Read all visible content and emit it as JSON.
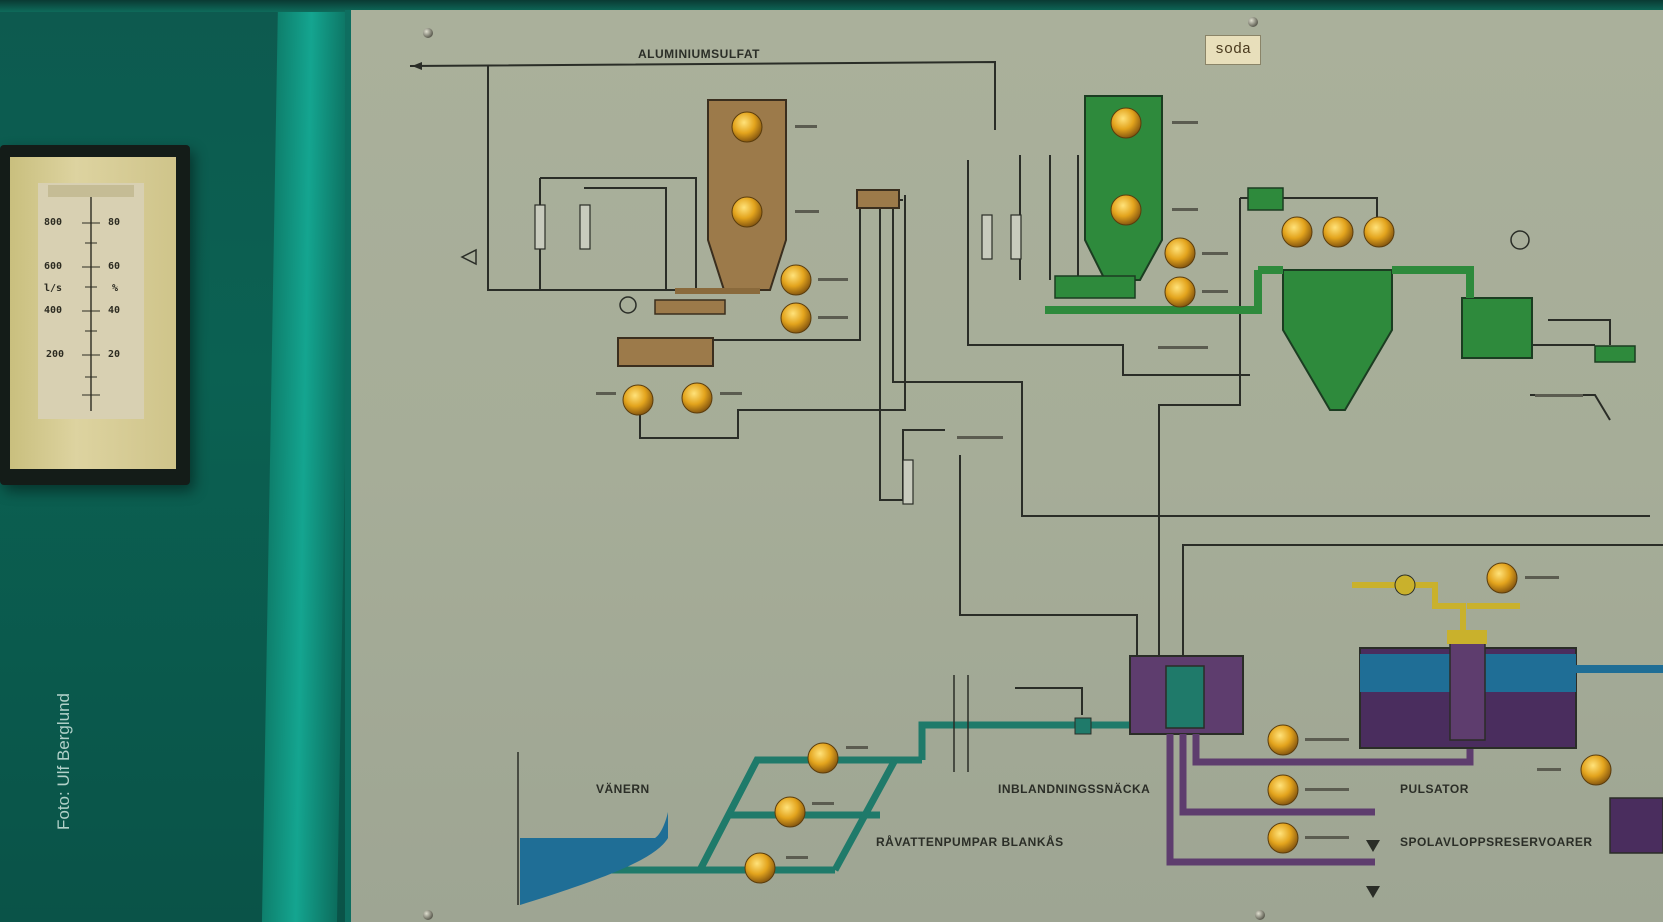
{
  "photo_credit": "Foto: Ulf Berglund",
  "panel_tag": "soda",
  "meter": {
    "left_scale": [
      "800",
      "600",
      "l/s",
      "400",
      "200"
    ],
    "right_scale": [
      "80",
      "60",
      "%",
      "40",
      "20"
    ]
  },
  "diagram_labels": {
    "aluminiumsulfat": "ALUMINIUMSULFAT",
    "vanern": "VÄNERN",
    "ravattenpumpar": "RÅVATTENPUMPAR BLANKÅS",
    "inblandningssnacka": "INBLANDNINGSSNÄCKA",
    "pulsator": "PULSATOR",
    "spolavlopp": "SPOLAVLOPPSRESERVOARER"
  },
  "colors": {
    "panel": "#a8ae99",
    "housing": "#0b5d50",
    "knob": "#e2a31f",
    "tank_brown": "#9c7a4a",
    "tank_green": "#2e8a3c",
    "pipe_teal": "#1f7a6a",
    "pipe_purple": "#5e3d6e",
    "water_blue": "#1f6e96",
    "gas_yellow": "#c9b12c",
    "line": "#2a2d27"
  },
  "knobs": [
    {
      "id": "alun-1"
    },
    {
      "id": "alun-2"
    },
    {
      "id": "brown-a"
    },
    {
      "id": "brown-b"
    },
    {
      "id": "brown-c"
    },
    {
      "id": "brown-d"
    },
    {
      "id": "green-1"
    },
    {
      "id": "green-2"
    },
    {
      "id": "green-3"
    },
    {
      "id": "green-4"
    },
    {
      "id": "green-5"
    },
    {
      "id": "green-6"
    },
    {
      "id": "green-7"
    },
    {
      "id": "pump-1"
    },
    {
      "id": "pump-2"
    },
    {
      "id": "pump-3"
    },
    {
      "id": "mix-1"
    },
    {
      "id": "mix-2"
    },
    {
      "id": "mix-3"
    },
    {
      "id": "top-right"
    },
    {
      "id": "right-low"
    }
  ]
}
